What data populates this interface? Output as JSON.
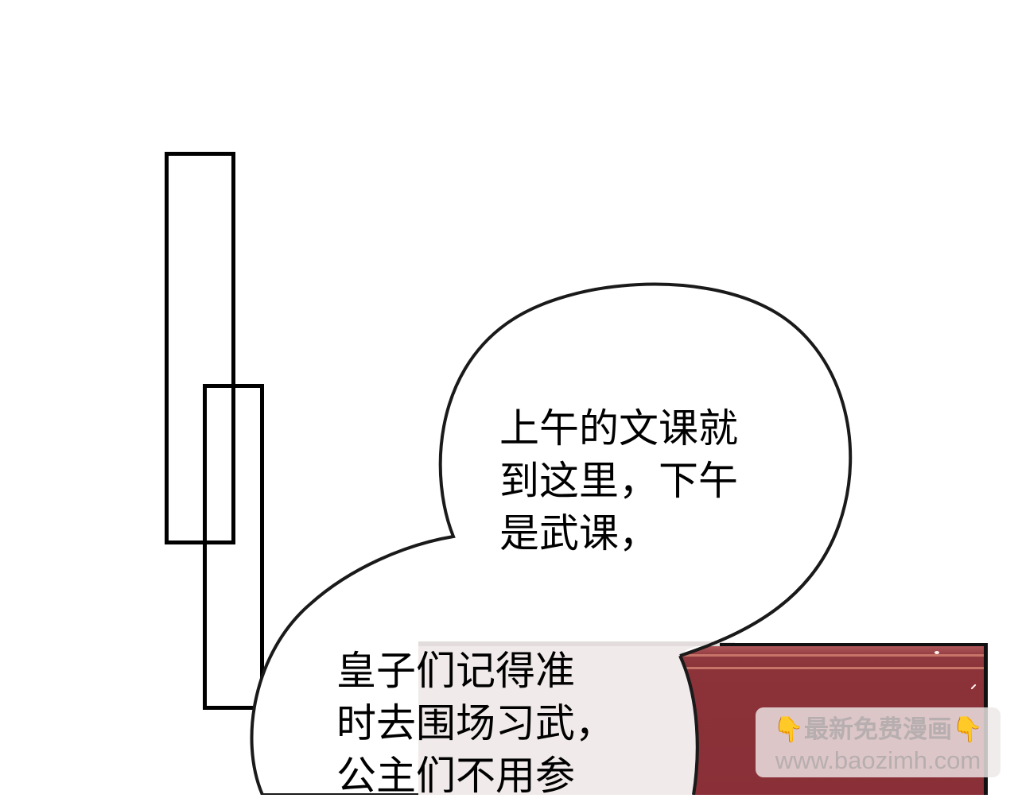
{
  "comic": {
    "bubbles": [
      {
        "id": "bubble-top",
        "lines": [
          "上午的文课就",
          "到这里，下午",
          "是武课，"
        ]
      },
      {
        "id": "bubble-bottom",
        "lines": [
          "皇子们记得准",
          "时去围场习武，",
          "公主们不用参"
        ]
      }
    ],
    "bubble1_text": "上午的文课就\n到这里，下午\n是武课，",
    "bubble2_text": "皇子们记得准\n时去围场习武，\n公主们不用参"
  },
  "watermark": {
    "line1": "最新免费漫画",
    "line2": "www.baozimh.com",
    "left_icon": "👇",
    "right_icon": "👇"
  },
  "colors": {
    "panel_red": "#8b3339",
    "panel_pale": "#efe8e8",
    "stroke": "#000000",
    "bubble_stroke": "#1a1a1a",
    "watermark_text": "#b7aeb0",
    "hand_icon": "#e6a21e"
  }
}
